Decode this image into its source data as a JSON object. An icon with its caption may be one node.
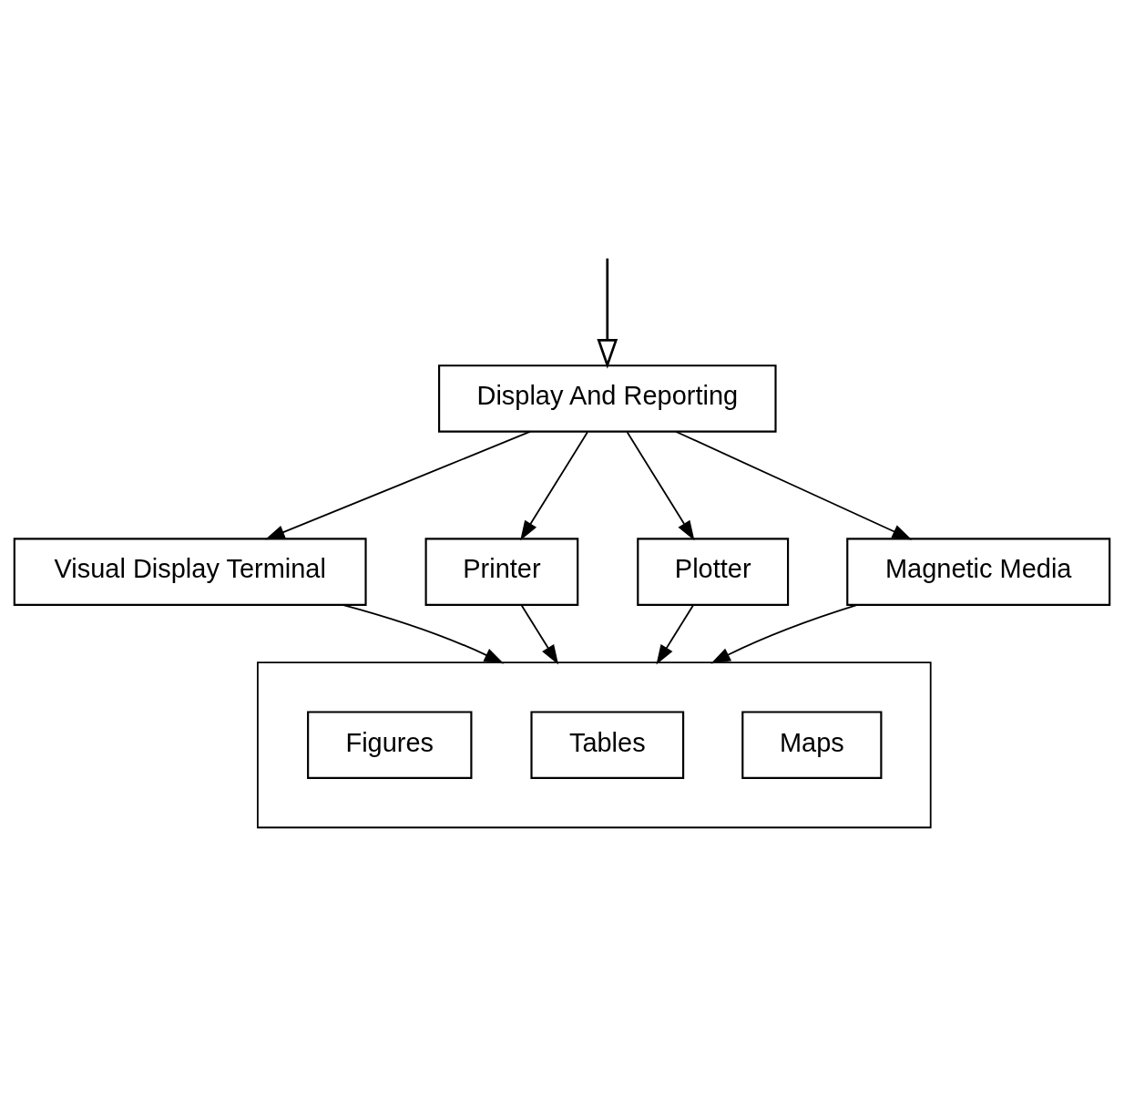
{
  "diagram": {
    "nodes": [
      {
        "text": [
          "Display And Reporting"
        ]
      },
      {
        "text": [
          "Visual Display Terminal"
        ]
      },
      {
        "text": [
          "Printer"
        ]
      },
      {
        "text": [
          "Plotter"
        ]
      },
      {
        "text": [
          "Magnetic Media"
        ]
      },
      {
        "text": [],
        "shape": "box"
      },
      {
        "text": [
          "Maps"
        ],
        "in": 5
      },
      {
        "text": [
          "Tables"
        ],
        "in": 5
      },
      {
        "text": [
          "Figures"
        ],
        "in": 5
      }
    ],
    "edges": [
      {
        "from": null,
        "to": 0,
        "arrow": "to"
      },
      {
        "from": 0,
        "to": 1,
        "arrow": "to"
      },
      {
        "from": 0,
        "to": 2,
        "arrow": "to"
      },
      {
        "from": 0,
        "to": 3,
        "arrow": "to"
      },
      {
        "from": 0,
        "to": 4,
        "arrow": "to"
      },
      {
        "from": 1,
        "to": 5,
        "arrow": "to"
      },
      {
        "from": 2,
        "to": 5,
        "arrow": "to"
      },
      {
        "from": 3,
        "to": 5,
        "arrow": "to"
      },
      {
        "from": 4,
        "to": 5,
        "arrow": "to"
      }
    ]
  }
}
